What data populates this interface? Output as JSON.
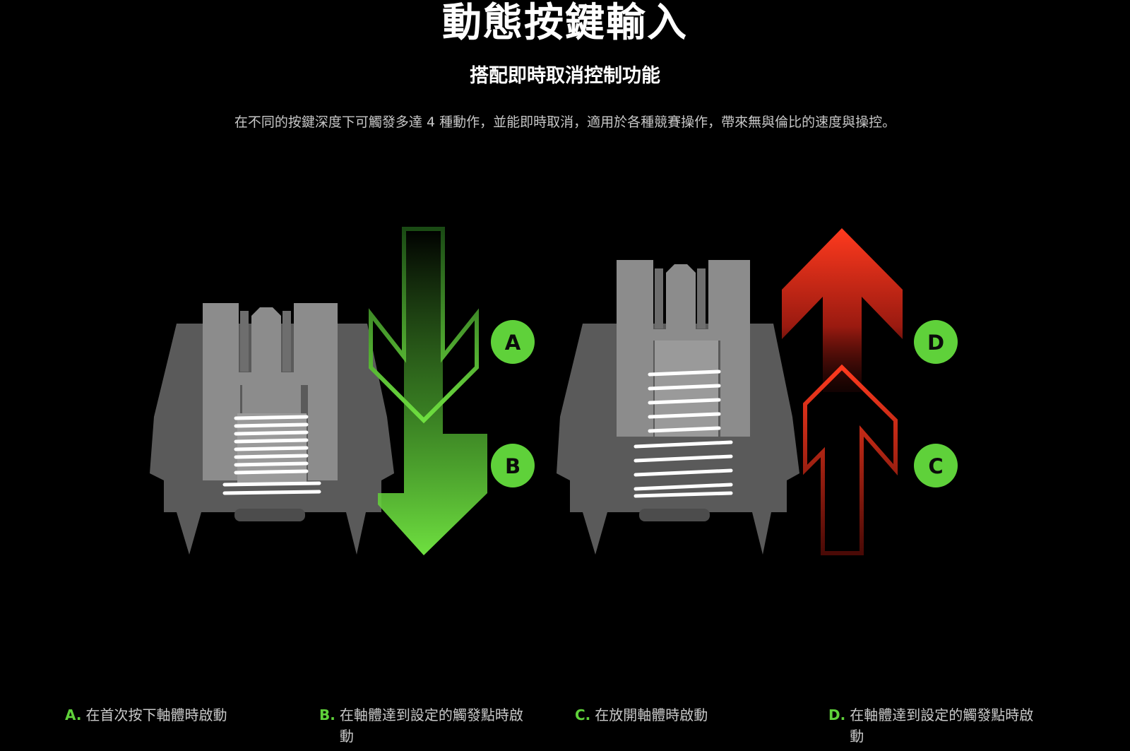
{
  "header": {
    "title": "動態按鍵輸入",
    "subtitle": "搭配即時取消控制功能",
    "description": "在不同的按鍵深度下可觸發多達 4 種動作，並能即時取消，適用於各種競賽操作，帶來無與倫比的速度與操控。"
  },
  "badges": {
    "a": "A",
    "b": "B",
    "c": "C",
    "d": "D"
  },
  "captions": [
    {
      "letter": "A.",
      "text": "在首次按下軸體時啟動"
    },
    {
      "letter": "B.",
      "text": "在軸體達到設定的觸發點時啟動"
    },
    {
      "letter": "C.",
      "text": "在放開軸體時啟動"
    },
    {
      "letter": "D.",
      "text": "在軸體達到設定的觸發點時啟動"
    }
  ],
  "colors": {
    "background": "#000000",
    "accent_green": "#5fd13a",
    "accent_red": "#e8321e",
    "switch_gray": "#5a5a5a",
    "stem_gray": "#8c8c8c"
  },
  "icons": {
    "press_arrow": "arrow-down-icon",
    "release_arrow": "arrow-up-icon"
  }
}
